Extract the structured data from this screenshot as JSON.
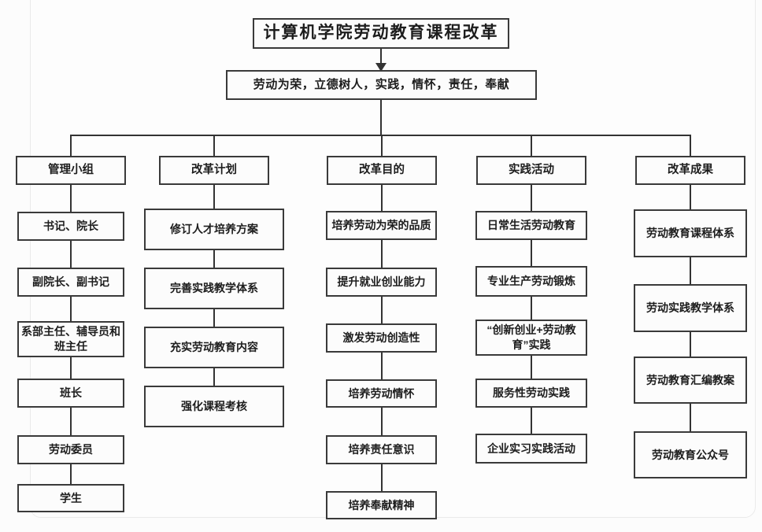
{
  "title": "计算机学院劳动教育课程改革",
  "motto": "劳动为荣，立德树人，实践，情怀，责任，奉献",
  "columns": [
    {
      "header": "管理小组",
      "items": [
        "书记、院长",
        "副院长、副书记",
        "系部主任、辅导员和班主任",
        "班长",
        "劳动委员",
        "学生"
      ]
    },
    {
      "header": "改革计划",
      "items": [
        "修订人才培养方案",
        "完善实践教学体系",
        "充实劳动教育内容",
        "强化课程考核"
      ]
    },
    {
      "header": "改革目的",
      "items": [
        "培养劳动为荣的品质",
        "提升就业创业能力",
        "激发劳动创造性",
        "培养劳动情怀",
        "培养责任意识",
        "培养奉献精神"
      ]
    },
    {
      "header": "实践活动",
      "items": [
        "日常生活劳动教育",
        "专业生产劳动锻炼",
        "“创新创业+劳动教育”实践",
        "服务性劳动实践",
        "企业实习实践活动"
      ]
    },
    {
      "header": "改革成果",
      "items": [
        "劳动教育课程体系",
        "劳动实践教学体系",
        "劳动教育汇编教案",
        "劳动教育公众号"
      ]
    }
  ],
  "colors": {
    "line": "#333333",
    "box_border": "#3a3a3a",
    "text": "#1d1d1d",
    "background": "#fcfcfc"
  }
}
